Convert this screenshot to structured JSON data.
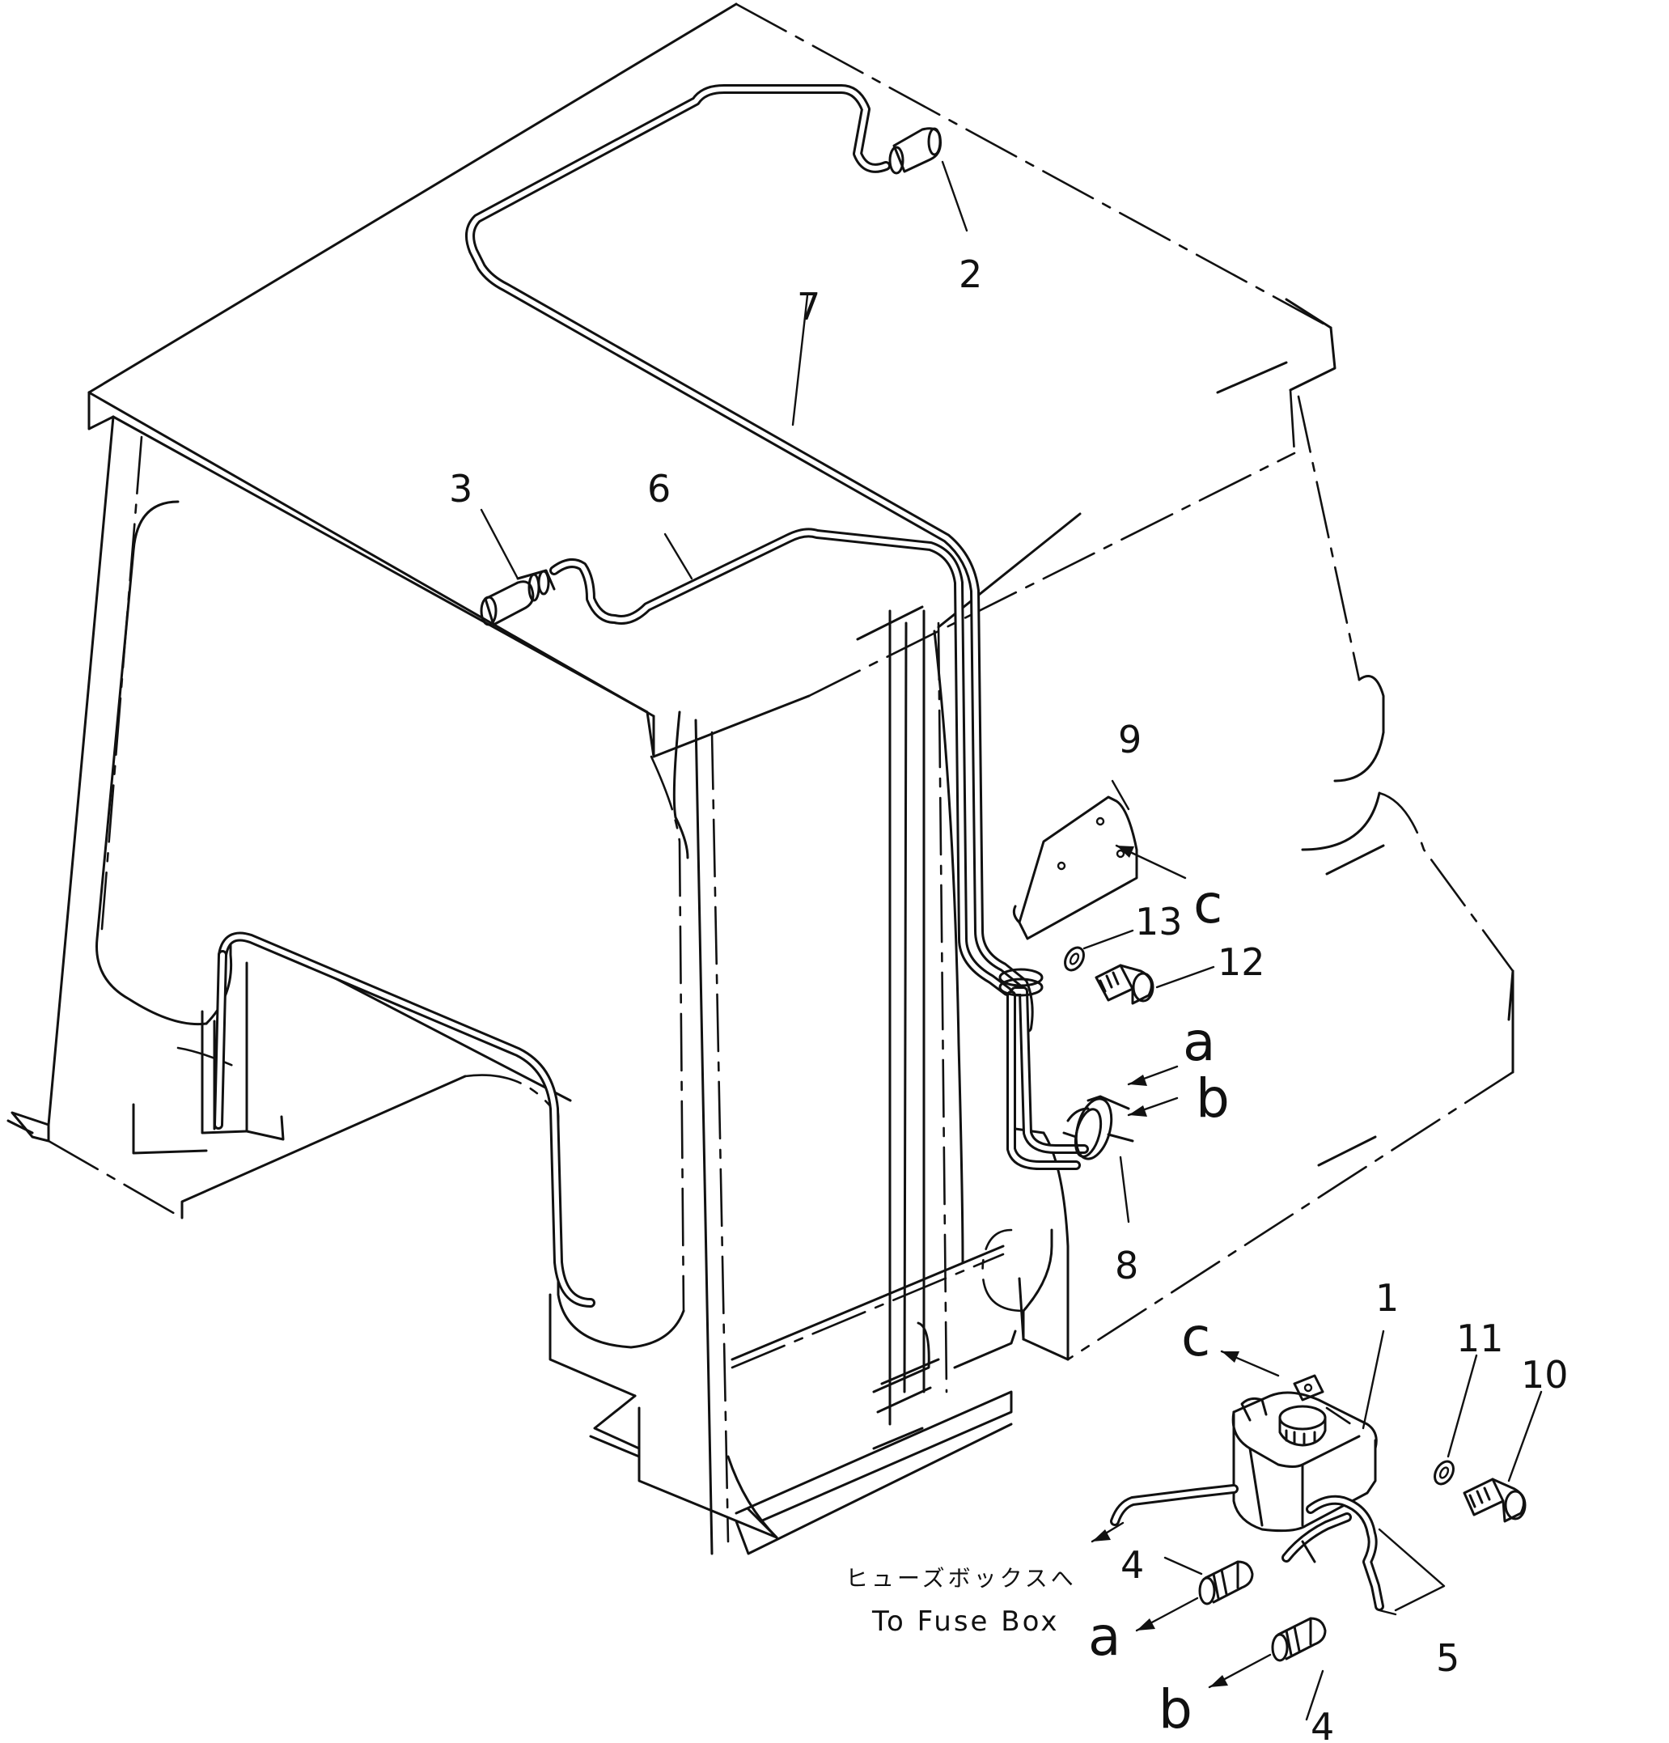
{
  "callouts": {
    "p1": "1",
    "p2": "2",
    "p3": "3",
    "p4a": "4",
    "p4b": "4",
    "p5": "5",
    "p6": "6",
    "p7": "7",
    "p8": "8",
    "p9": "9",
    "p10": "10",
    "p11": "11",
    "p12": "12",
    "p13": "13"
  },
  "connections": {
    "a_right": "a",
    "b_right": "b",
    "c_right": "c",
    "c_tank": "c",
    "a_bottom": "a",
    "b_bottom": "b"
  },
  "note": {
    "japanese": "ヒューズボックスへ",
    "english": "To Fuse Box"
  },
  "colors": {
    "line": "#111111",
    "background": "#ffffff"
  }
}
